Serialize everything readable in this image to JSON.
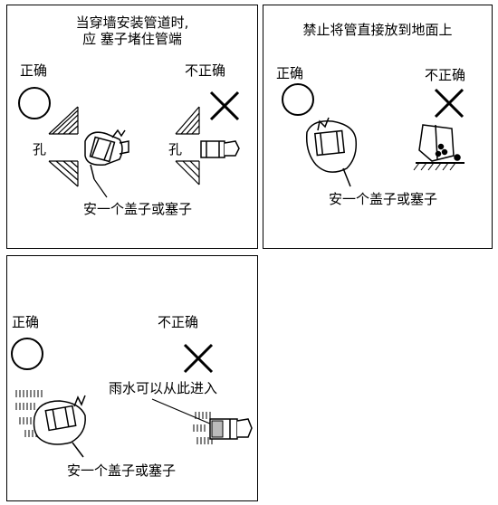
{
  "panel1": {
    "note_line1": "当穿墙安装管道时,",
    "note_line2": "应   塞子堵住管端",
    "correct_label": "正确",
    "incorrect_label": "不正确",
    "hole_label_left": "孔",
    "hole_label_right": "孔",
    "cap_caption": "安一个盖子或塞子"
  },
  "panel2": {
    "note": "禁止将管直接放到地面上",
    "correct_label": "正确",
    "incorrect_label": "不正确",
    "cap_caption": "安一个盖子或塞子"
  },
  "panel3": {
    "correct_label": "正确",
    "incorrect_label": "不正确",
    "rain_note": "雨水可以从此进入",
    "cap_caption": "安一个盖子或塞子"
  },
  "symbols": {
    "correct": "circle-icon",
    "incorrect": "cross-icon"
  }
}
